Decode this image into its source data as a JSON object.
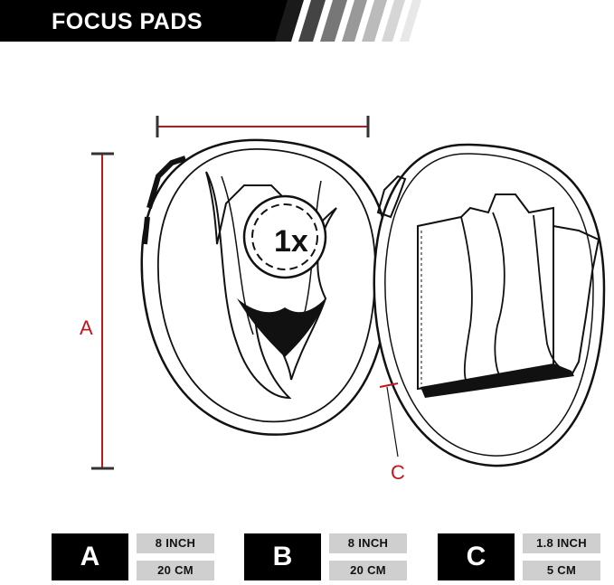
{
  "header": {
    "title": "FOCUS PADS"
  },
  "diagram": {
    "label_a": "A",
    "label_c": "C",
    "logo_text": "1x",
    "accent_color": "#c0171b"
  },
  "specs": [
    {
      "letter": "A",
      "inch": "8 INCH",
      "cm": "20 CM"
    },
    {
      "letter": "B",
      "inch": "8 INCH",
      "cm": "20 CM"
    },
    {
      "letter": "C",
      "inch": "1.8 INCH",
      "cm": "5 CM"
    }
  ]
}
